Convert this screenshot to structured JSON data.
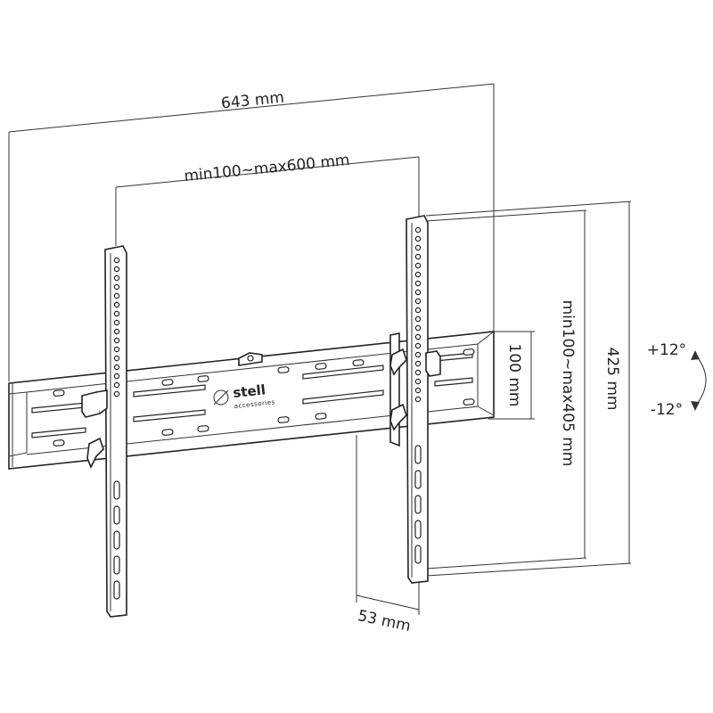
{
  "dimensions": {
    "total_width": "643 mm",
    "vesa_horizontal": "min100~max600 mm",
    "wall_plate_height": "100 mm",
    "vesa_vertical": "min100~max405 mm",
    "total_height": "425 mm",
    "depth": "53 mm"
  },
  "tilt": {
    "up": "+12°",
    "down": "-12°"
  },
  "brand": {
    "name": "stell",
    "tagline": "accessories"
  },
  "colors": {
    "line": "#333333",
    "background": "#ffffff"
  }
}
